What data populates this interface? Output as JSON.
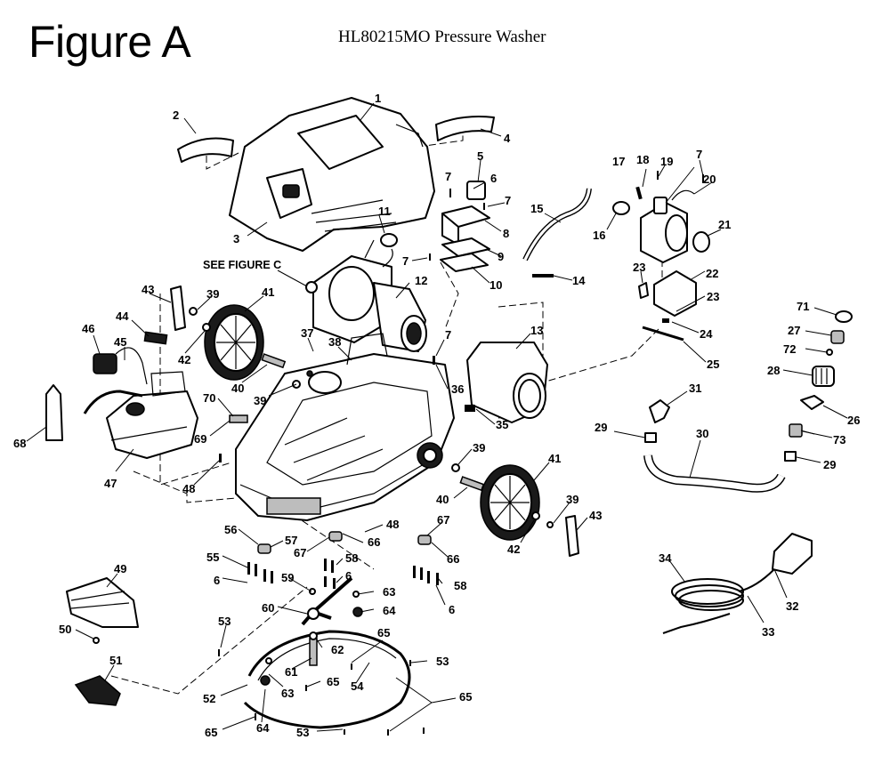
{
  "figure_label": "Figure A",
  "model_title": "HL80215MO Pressure Washer",
  "see_figure_note": "SEE FIGURE C",
  "callouts": {
    "c1": "1",
    "c2": "2",
    "c3": "3",
    "c4": "4",
    "c5": "5",
    "c6a": "6",
    "c7a": "7",
    "c7b": "7",
    "c8": "8",
    "c9": "9",
    "c10": "10",
    "c7c": "7",
    "c11": "11",
    "c12": "12",
    "c13": "13",
    "c14": "14",
    "c15": "15",
    "c16": "16",
    "c17": "17",
    "c18": "18",
    "c19": "19",
    "c7d": "7",
    "c20": "20",
    "c21": "21",
    "c22": "22",
    "c23a": "23",
    "c23b": "23",
    "c24": "24",
    "c25": "25",
    "c26": "26",
    "c27": "27",
    "c28": "28",
    "c29a": "29",
    "c29b": "29",
    "c30": "30",
    "c31": "31",
    "c32": "32",
    "c33": "33",
    "c34": "34",
    "c35": "35",
    "c36": "36",
    "c7e": "7",
    "c37": "37",
    "c38": "38",
    "c39a": "39",
    "c39b": "39",
    "c39c": "39",
    "c39d": "39",
    "c40a": "40",
    "c40b": "40",
    "c41a": "41",
    "c41b": "41",
    "c42a": "42",
    "c42b": "42",
    "c43a": "43",
    "c43b": "43",
    "c44": "44",
    "c45": "45",
    "c46": "46",
    "c47": "47",
    "c48a": "48",
    "c48b": "48",
    "c49": "49",
    "c50": "50",
    "c51": "51",
    "c52": "52",
    "c53a": "53",
    "c53b": "53",
    "c53c": "53",
    "c54": "54",
    "c55": "55",
    "c6b": "6",
    "c6c": "6",
    "c6d": "6",
    "c56": "56",
    "c57": "57",
    "c58a": "58",
    "c58b": "58",
    "c59": "59",
    "c60": "60",
    "c61": "61",
    "c62": "62",
    "c63a": "63",
    "c63b": "63",
    "c64a": "64",
    "c64b": "64",
    "c65a": "65",
    "c65b": "65",
    "c65c": "65",
    "c65d": "65",
    "c66a": "66",
    "c66b": "66",
    "c67a": "67",
    "c67b": "67",
    "c68": "68",
    "c69": "69",
    "c70": "70",
    "c71": "71",
    "c72": "72",
    "c73": "73"
  }
}
